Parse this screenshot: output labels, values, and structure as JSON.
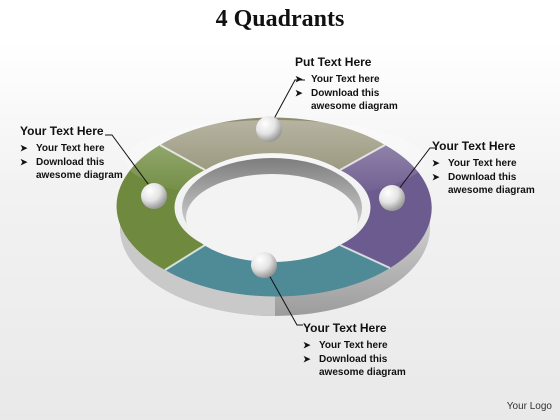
{
  "title": "4 Quadrants",
  "callouts": [
    {
      "heading": "Put Text Here",
      "bullets": [
        "Your Text here",
        "Download this awesome diagram"
      ]
    },
    {
      "heading": "Your Text Here",
      "bullets": [
        "Your Text here",
        "Download this awesome diagram"
      ]
    },
    {
      "heading": "Your Text Here",
      "bullets": [
        "Your Text here",
        "Download this awesome diagram"
      ]
    },
    {
      "heading": "Your Text Here",
      "bullets": [
        "Your Text here",
        "Download this awesome diagram"
      ]
    }
  ],
  "logo": "Your Logo",
  "colors": {
    "top": "#8f8b6f",
    "right": "#6c5b8e",
    "bottom": "#4f8a97",
    "left": "#6f8a3f"
  }
}
